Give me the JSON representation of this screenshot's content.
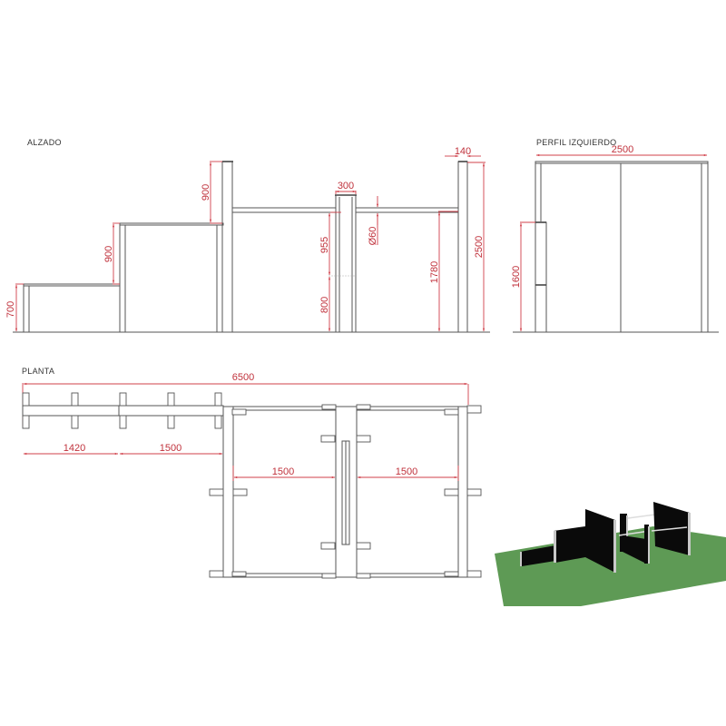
{
  "views": {
    "elevation": {
      "title": "ALZADO",
      "dimensions": {
        "step1_height": "700",
        "step2_rise": "900",
        "step3_rise": "900",
        "center_post_width": "300",
        "center_lower": "800",
        "center_upper": "955",
        "bar_diameter": "Ø60",
        "right_post_width": "140",
        "bar_height": "1780",
        "total_height": "2500"
      }
    },
    "left_profile": {
      "title": "PERFIL IZQUIERDO",
      "dimensions": {
        "width": "2500",
        "side_height": "1600"
      }
    },
    "plan": {
      "title": "PLANTA",
      "dimensions": {
        "total_length": "6500",
        "segment1": "1420",
        "segment2": "1500",
        "bay_left": "1500",
        "bay_right": "1500"
      }
    },
    "render_3d": {
      "ground_color": "#5e9a55",
      "panel_color": "#0a0a0a",
      "post_color": "#c8c8c8"
    }
  },
  "colors": {
    "dimension": "#d0404a",
    "line": "#555555",
    "background": "#ffffff"
  }
}
